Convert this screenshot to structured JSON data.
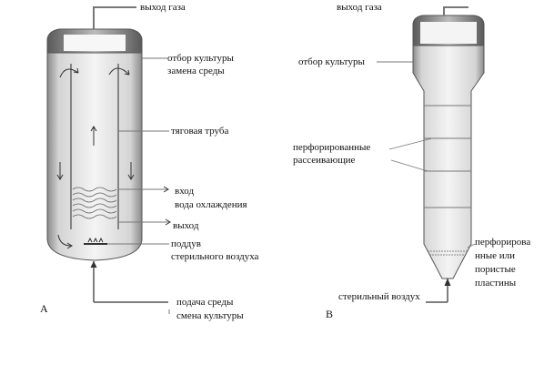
{
  "reactor_a": {
    "letter": "A",
    "gas_outlet": "выход газа",
    "culture_withdrawal": "отбор культуры",
    "medium_change": "замена среды",
    "draft_tube": "тяговая труба",
    "inlet": "вход",
    "cooling_water": "вода охлаждения",
    "outlet": "выход",
    "sparging": "поддув",
    "sterile_air": "стерильного воздуха",
    "medium_supply": "подача среды",
    "culture_change": "смена культуры"
  },
  "reactor_b": {
    "letter": "B",
    "gas_outlet": "выход газа",
    "culture_withdrawal": "отбор культуры",
    "perforated": "перфорированные",
    "dispersing": "рассеивающие",
    "plates_line1": "перфорирова",
    "plates_line2": "нные или",
    "plates_line3": "пористые",
    "plates_line4": "пластины",
    "sterile_air": "стерильный воздух"
  }
}
